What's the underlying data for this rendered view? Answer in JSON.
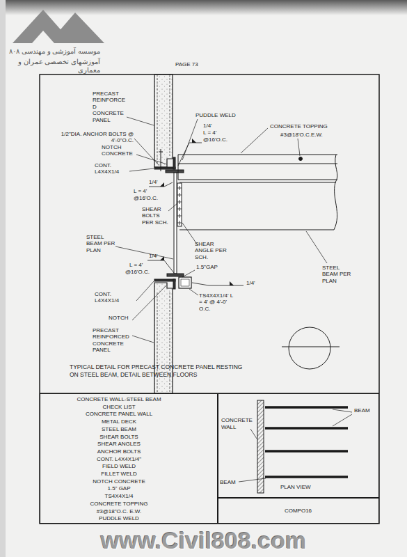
{
  "diagram": {
    "caption": "TYPICAL DETAIL FOR PRECAST CONCRETE PANEL RESTING ON STEEL BEAM, DETAIL BETWEEN FLOORS",
    "nodes": [
      {
        "text": [
          "CONCRETE WALL-STEEL BEAM",
          "CHECK LIST",
          "CONCRETE PANEL WALL",
          "METAL DECK",
          "STEEL BEAM",
          "SHEAR BOLTS",
          "SHEAR ANGLES",
          "ANCHOR BOLTS",
          "CONT. L4X4X1/4\"",
          "FIELD WELD",
          "FILLET WELD",
          "NOTCH CONCRETE",
          "1.5\" GAP",
          "TS4X4X1/4",
          "CONCRETE TOPPING",
          "#3@18\"O.C. E.W.",
          "PUDDLE WELD"
        ]
      },
      {
        "text": [
          "CONCRETE WALL",
          "BEAM",
          "BEAM",
          "PLAN VIEW"
        ]
      },
      {
        "text": [
          "COMPO16"
        ]
      }
    ],
    "labels": [
      "موسسه آموزشی و مهندسی ۸۰۸",
      "آموزشهای تخصصی عمران و معماری",
      "PAGE 73",
      "PRECAST REINFORCED CONCRETE PANEL",
      "PUDDLE WELD",
      "CONCRETE TOPPING",
      "#3@18'O.C.E.W.",
      "1/4'",
      "L = 4'",
      "@16'O.C.",
      "1/2\"DIA. ANCHOR BOLTS @ 4'-0\"O.C.",
      "NOTCH CONCRETE",
      "CONT. L4X4X1/4",
      "1/4'",
      "L = 4'",
      "@16'O.C.",
      "SHEAR BOLTS PER SCH.",
      "STEEL BEAM PER PLAN",
      "SHEAR ANGLE PER SCH.",
      "STEEL BEAM PER PLAN",
      "1/4'",
      "L = 4'",
      "@16'O.C.",
      "1.5\"GAP",
      "1/4'",
      "CONT. L4X4X1/4",
      "TS4X4X1/4' L = 4' @ 4'-0' O.C.",
      "NOTCH",
      "PRECAST REINFORCED CONCRETE PANEL",
      "www.Civil808.com"
    ]
  }
}
